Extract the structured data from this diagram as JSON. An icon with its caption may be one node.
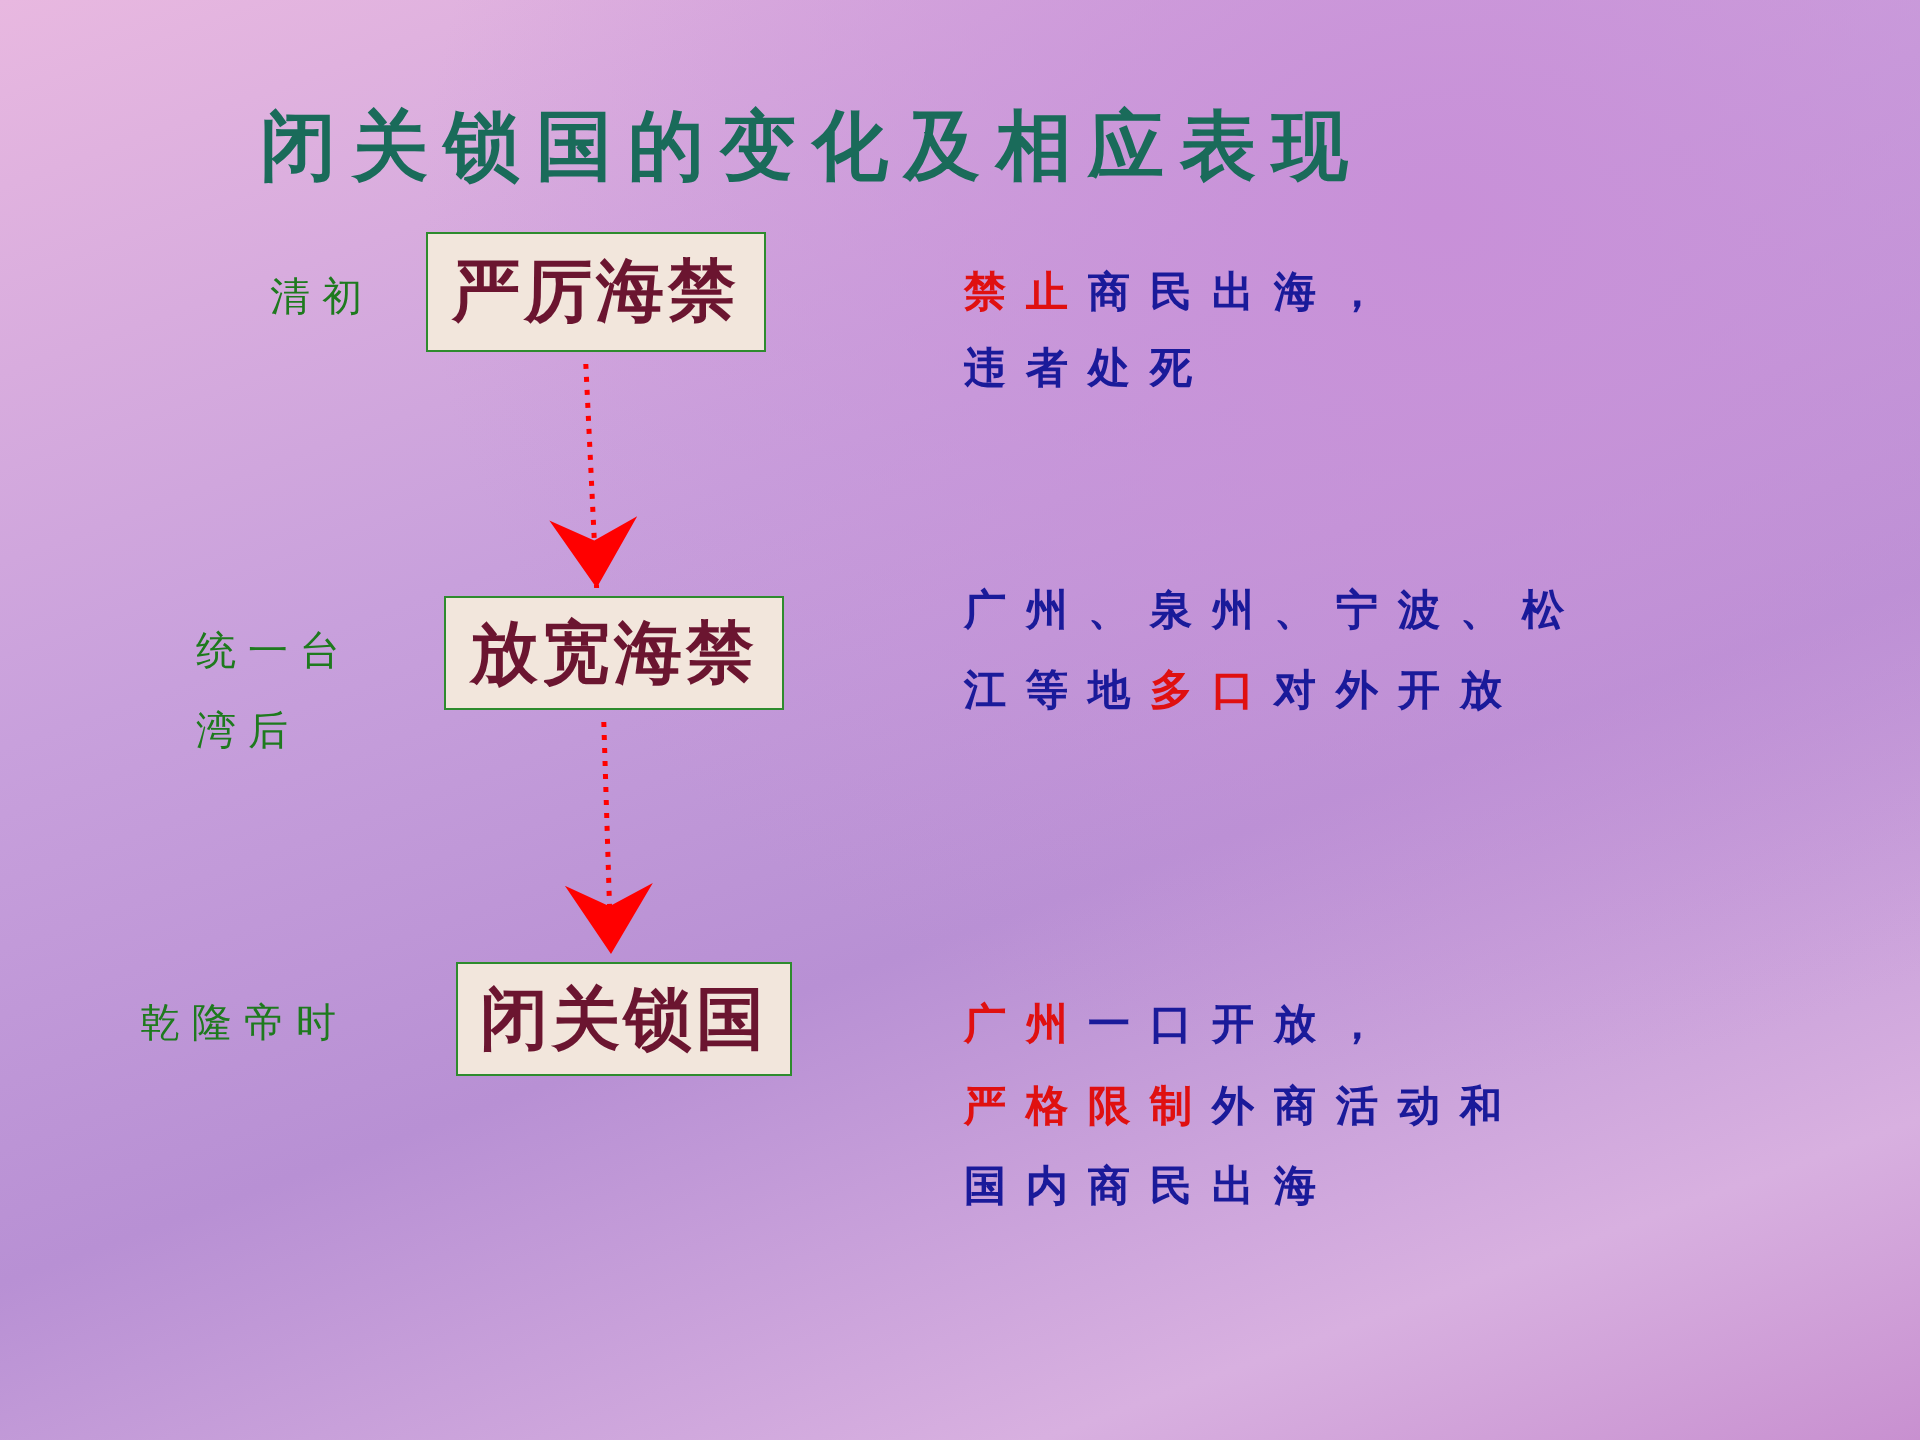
{
  "diagram": {
    "title": "闭关锁国的变化及相应表现",
    "nodes": [
      {
        "text": [
          "严厉海禁"
        ],
        "beside": [
          "清初"
        ]
      },
      {
        "text": [
          "放宽海禁"
        ],
        "beside": [
          "统一台湾后"
        ]
      },
      {
        "text": [
          "闭关锁国"
        ],
        "beside": [
          "乾隆帝时"
        ]
      }
    ],
    "edges": [
      {
        "from": 0,
        "to": 1,
        "arrow": "to",
        "style": "dashed",
        "color": "#ff0000"
      },
      {
        "from": 1,
        "to": 2,
        "arrow": "to",
        "style": "dashed",
        "color": "#ff0000"
      }
    ],
    "labels": [
      "**禁止**商民出海，",
      "违者处死",
      "广州、泉州、宁波、松江等地**多口**对外开放",
      "**广州**一口开放，",
      "**严格限制**外商活动和国内商民出海"
    ]
  }
}
